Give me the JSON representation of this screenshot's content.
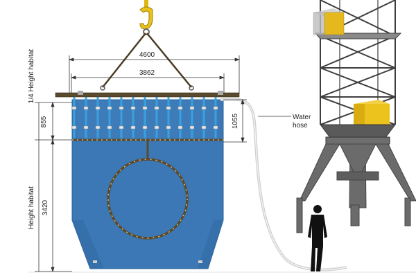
{
  "diagram": {
    "dimensions": {
      "width_top": "4600",
      "width_bottom": "3862",
      "upper_height": "855",
      "side_height": "1055",
      "habitat_height": "3420"
    },
    "labels": {
      "quarter_habitat": "1/4 Height habitat",
      "height_habitat": "Height habitat",
      "water_hose_line1": "Water",
      "water_hose_line2": "hose"
    },
    "colors": {
      "habitat_blue": "#3b78b5",
      "habitat_blue_dark": "#2e6299",
      "tube_blue": "#3aa0de",
      "frame_brown": "#5a4a2e",
      "hook_yellow": "#e9c21a",
      "crane_gray": "#6b6b6b",
      "crane_dark": "#3e3e3e",
      "block_yellow": "#ecc21c"
    },
    "icons": [
      "crane-hook-icon",
      "person-silhouette-icon"
    ]
  }
}
